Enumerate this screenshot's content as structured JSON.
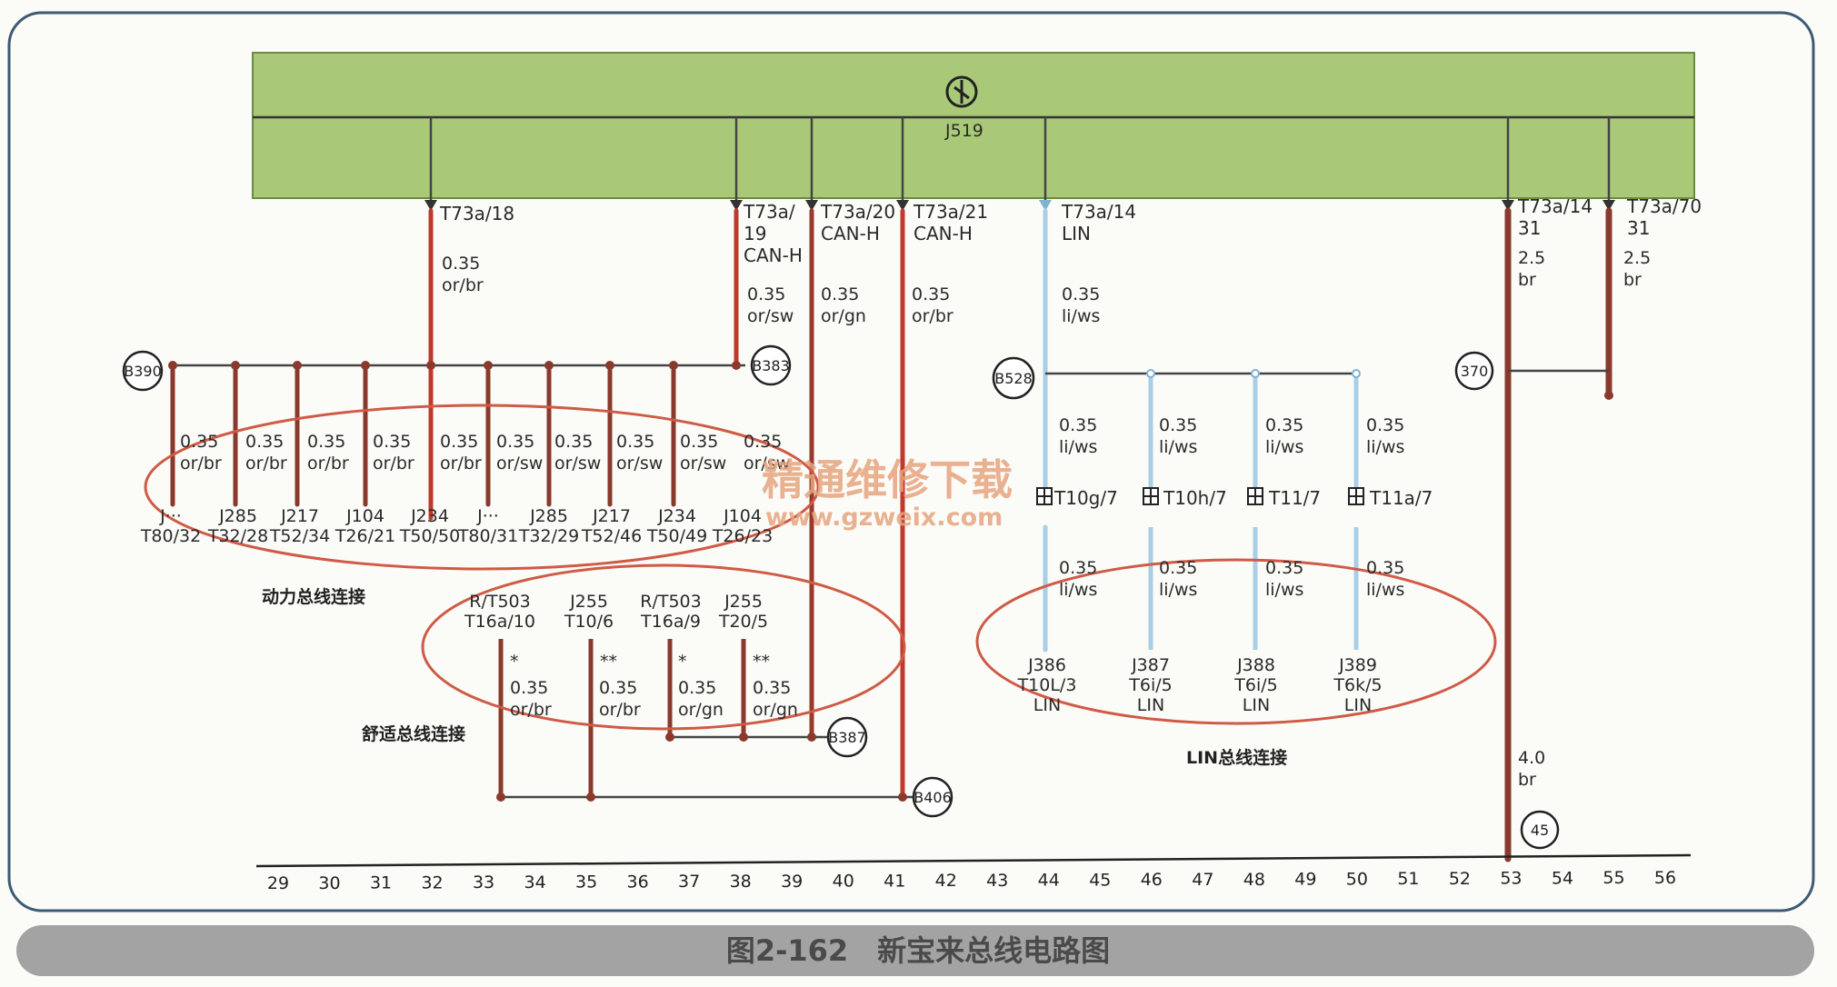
{
  "module": {
    "name": "J519"
  },
  "top_pins": [
    {
      "id": "t32",
      "lines": [
        "T73a/18"
      ]
    },
    {
      "id": "t38",
      "lines": [
        "T73a/",
        "19",
        "CAN-H"
      ]
    },
    {
      "id": "t40",
      "lines": [
        "T73a/20",
        "CAN-H"
      ]
    },
    {
      "id": "t41",
      "lines": [
        "T73a/21",
        "CAN-H"
      ]
    },
    {
      "id": "t44",
      "lines": [
        "T73a/14",
        "LIN"
      ]
    },
    {
      "id": "t53",
      "lines": [
        "T73a/14",
        "31"
      ]
    },
    {
      "id": "t55",
      "lines": [
        "T73a/70",
        "31"
      ]
    }
  ],
  "top_wires": [
    {
      "id": "w32",
      "lines": [
        "0.35",
        "or/br"
      ]
    },
    {
      "id": "w38",
      "lines": [
        "0.35",
        "or/sw"
      ]
    },
    {
      "id": "w40",
      "lines": [
        "0.35",
        "or/gn"
      ]
    },
    {
      "id": "w41",
      "lines": [
        "0.35",
        "or/br"
      ]
    },
    {
      "id": "w44",
      "lines": [
        "0.35",
        "li/ws"
      ]
    },
    {
      "id": "w53",
      "lines": [
        "2.5",
        "br"
      ]
    },
    {
      "id": "w55",
      "lines": [
        "2.5",
        "br"
      ]
    }
  ],
  "nodes": [
    "B390",
    "B383",
    "B528",
    "370",
    "B387",
    "B406",
    "45"
  ],
  "power_bus": {
    "wires": [
      {
        "lines": [
          "0.35",
          "or/br"
        ]
      },
      {
        "lines": [
          "0.35",
          "or/br"
        ]
      },
      {
        "lines": [
          "0.35",
          "or/br"
        ]
      },
      {
        "lines": [
          "0.35",
          "or/br"
        ]
      },
      {
        "lines": [
          "0.35",
          "or/br"
        ]
      },
      {
        "lines": [
          "0.35",
          "or/sw"
        ]
      },
      {
        "lines": [
          "0.35",
          "or/sw"
        ]
      },
      {
        "lines": [
          "0.35",
          "or/sw"
        ]
      },
      {
        "lines": [
          "0.35",
          "or/sw"
        ]
      },
      {
        "lines": [
          "0.35",
          "or/sw"
        ]
      }
    ],
    "ends": [
      {
        "lines": [
          "J···",
          "T80/32"
        ]
      },
      {
        "lines": [
          "J285",
          "T32/28"
        ]
      },
      {
        "lines": [
          "J217",
          "T52/34"
        ]
      },
      {
        "lines": [
          "J104",
          "T26/21"
        ]
      },
      {
        "lines": [
          "J234",
          "T50/50"
        ]
      },
      {
        "lines": [
          "J···",
          "T80/31"
        ]
      },
      {
        "lines": [
          "J285",
          "T32/29"
        ]
      },
      {
        "lines": [
          "J217",
          "T52/46"
        ]
      },
      {
        "lines": [
          "J234",
          "T50/49"
        ]
      },
      {
        "lines": [
          "J104",
          "T26/23"
        ]
      }
    ],
    "label": "动力总线连接"
  },
  "comfort_bus": {
    "ends": [
      {
        "lines": [
          "R/T503",
          "T16a/10"
        ]
      },
      {
        "lines": [
          "J255",
          "T10/6"
        ]
      },
      {
        "lines": [
          "R/T503",
          "T16a/9"
        ]
      },
      {
        "lines": [
          "J255",
          "T20/5"
        ]
      }
    ],
    "marks": [
      "*",
      "**",
      "*",
      "**"
    ],
    "wires": [
      {
        "lines": [
          "0.35",
          "or/br"
        ]
      },
      {
        "lines": [
          "0.35",
          "or/br"
        ]
      },
      {
        "lines": [
          "0.35",
          "or/gn"
        ]
      },
      {
        "lines": [
          "0.35",
          "or/gn"
        ]
      }
    ],
    "label": "舒适总线连接"
  },
  "lin_bus": {
    "wires_top": [
      {
        "lines": [
          "0.35",
          "li/ws"
        ]
      },
      {
        "lines": [
          "0.35",
          "li/ws"
        ]
      },
      {
        "lines": [
          "0.35",
          "li/ws"
        ]
      },
      {
        "lines": [
          "0.35",
          "li/ws"
        ]
      }
    ],
    "connectors": [
      "T10g/7",
      "T10h/7",
      "T11/7",
      "T11a/7"
    ],
    "wires_bottom": [
      {
        "lines": [
          "0.35",
          "li/ws"
        ]
      },
      {
        "lines": [
          "0.35",
          "li/ws"
        ]
      },
      {
        "lines": [
          "0.35",
          "li/ws"
        ]
      },
      {
        "lines": [
          "0.35",
          "li/ws"
        ]
      }
    ],
    "ends": [
      {
        "lines": [
          "J386",
          "T10L/3",
          "LIN"
        ]
      },
      {
        "lines": [
          "J387",
          "T6i/5",
          "LIN"
        ]
      },
      {
        "lines": [
          "J388",
          "T6i/5",
          "LIN"
        ]
      },
      {
        "lines": [
          "J389",
          "T6k/5",
          "LIN"
        ]
      }
    ],
    "label": "LIN总线连接"
  },
  "ground_wire": {
    "lines": [
      "4.0",
      "br"
    ]
  },
  "axis_numbers": [
    "29",
    "30",
    "31",
    "32",
    "33",
    "34",
    "35",
    "36",
    "37",
    "38",
    "39",
    "40",
    "41",
    "42",
    "43",
    "44",
    "45",
    "46",
    "47",
    "48",
    "49",
    "50",
    "51",
    "52",
    "53",
    "54",
    "55",
    "56"
  ],
  "watermark": {
    "line1": "精通维修下载",
    "line2": "www.gzweix.com"
  },
  "caption": "图2-162　新宝来总线电路图",
  "colors": {
    "module_fill": "#a9c978",
    "wire_red": "#c0392b",
    "wire_brown": "#8a3a2c",
    "wire_lin": "#a9cfe6",
    "ellipse": "#cf5a45",
    "frame": "#3d5a73",
    "caption_bar": "#a3a3a3"
  }
}
